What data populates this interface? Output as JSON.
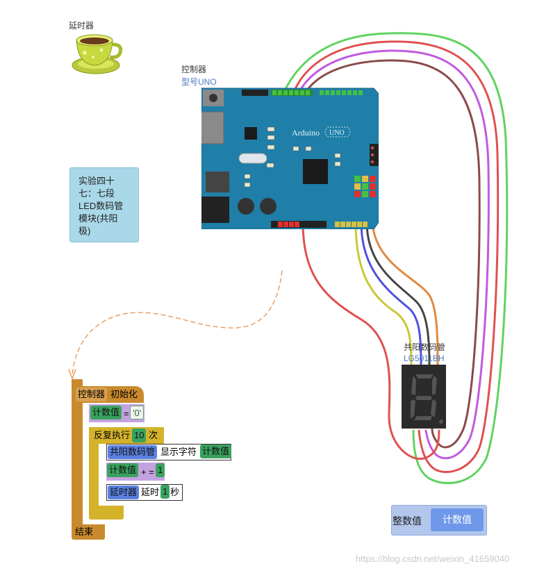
{
  "components": {
    "delay": {
      "label": "延时器"
    },
    "controller": {
      "label": "控制器",
      "model": "型号UNO",
      "board_text": "Arduino",
      "board_badge": "UNO"
    },
    "display": {
      "label": "共阳数码管",
      "model": "LG5011BH"
    }
  },
  "note": {
    "text": "实验四十\n七：七段\nLED数码管\n模块(共阳\n极)"
  },
  "program": {
    "init": {
      "controller": "控制器",
      "label": "初始化"
    },
    "assign": {
      "var": "计数值",
      "op": "=",
      "value": "'0'"
    },
    "repeat": {
      "label": "反复执行",
      "count": "10",
      "unit": "次"
    },
    "display_stmt": {
      "device": "共阳数码管",
      "action": "显示字符",
      "var": "计数值"
    },
    "increment": {
      "var": "计数值",
      "op": "+ =",
      "value": "1"
    },
    "delay_stmt": {
      "device": "延时器",
      "action": "延时",
      "value": "1",
      "unit": "秒"
    },
    "end": {
      "label": "结束"
    }
  },
  "variables_panel": {
    "type": "整数值",
    "name": "计数值"
  },
  "watermark": "https://blog.csdn.net/weixin_41659040",
  "colors": {
    "board": "#1f7fa8",
    "wire_green": "#5fd35f",
    "wire_red": "#e05050",
    "wire_purple": "#c05ae0",
    "wire_brown": "#8a4a4a",
    "wire_yellow": "#c8c83a",
    "wire_blue": "#5050e0",
    "wire_dark": "#444444",
    "wire_orange": "#e08a40"
  }
}
